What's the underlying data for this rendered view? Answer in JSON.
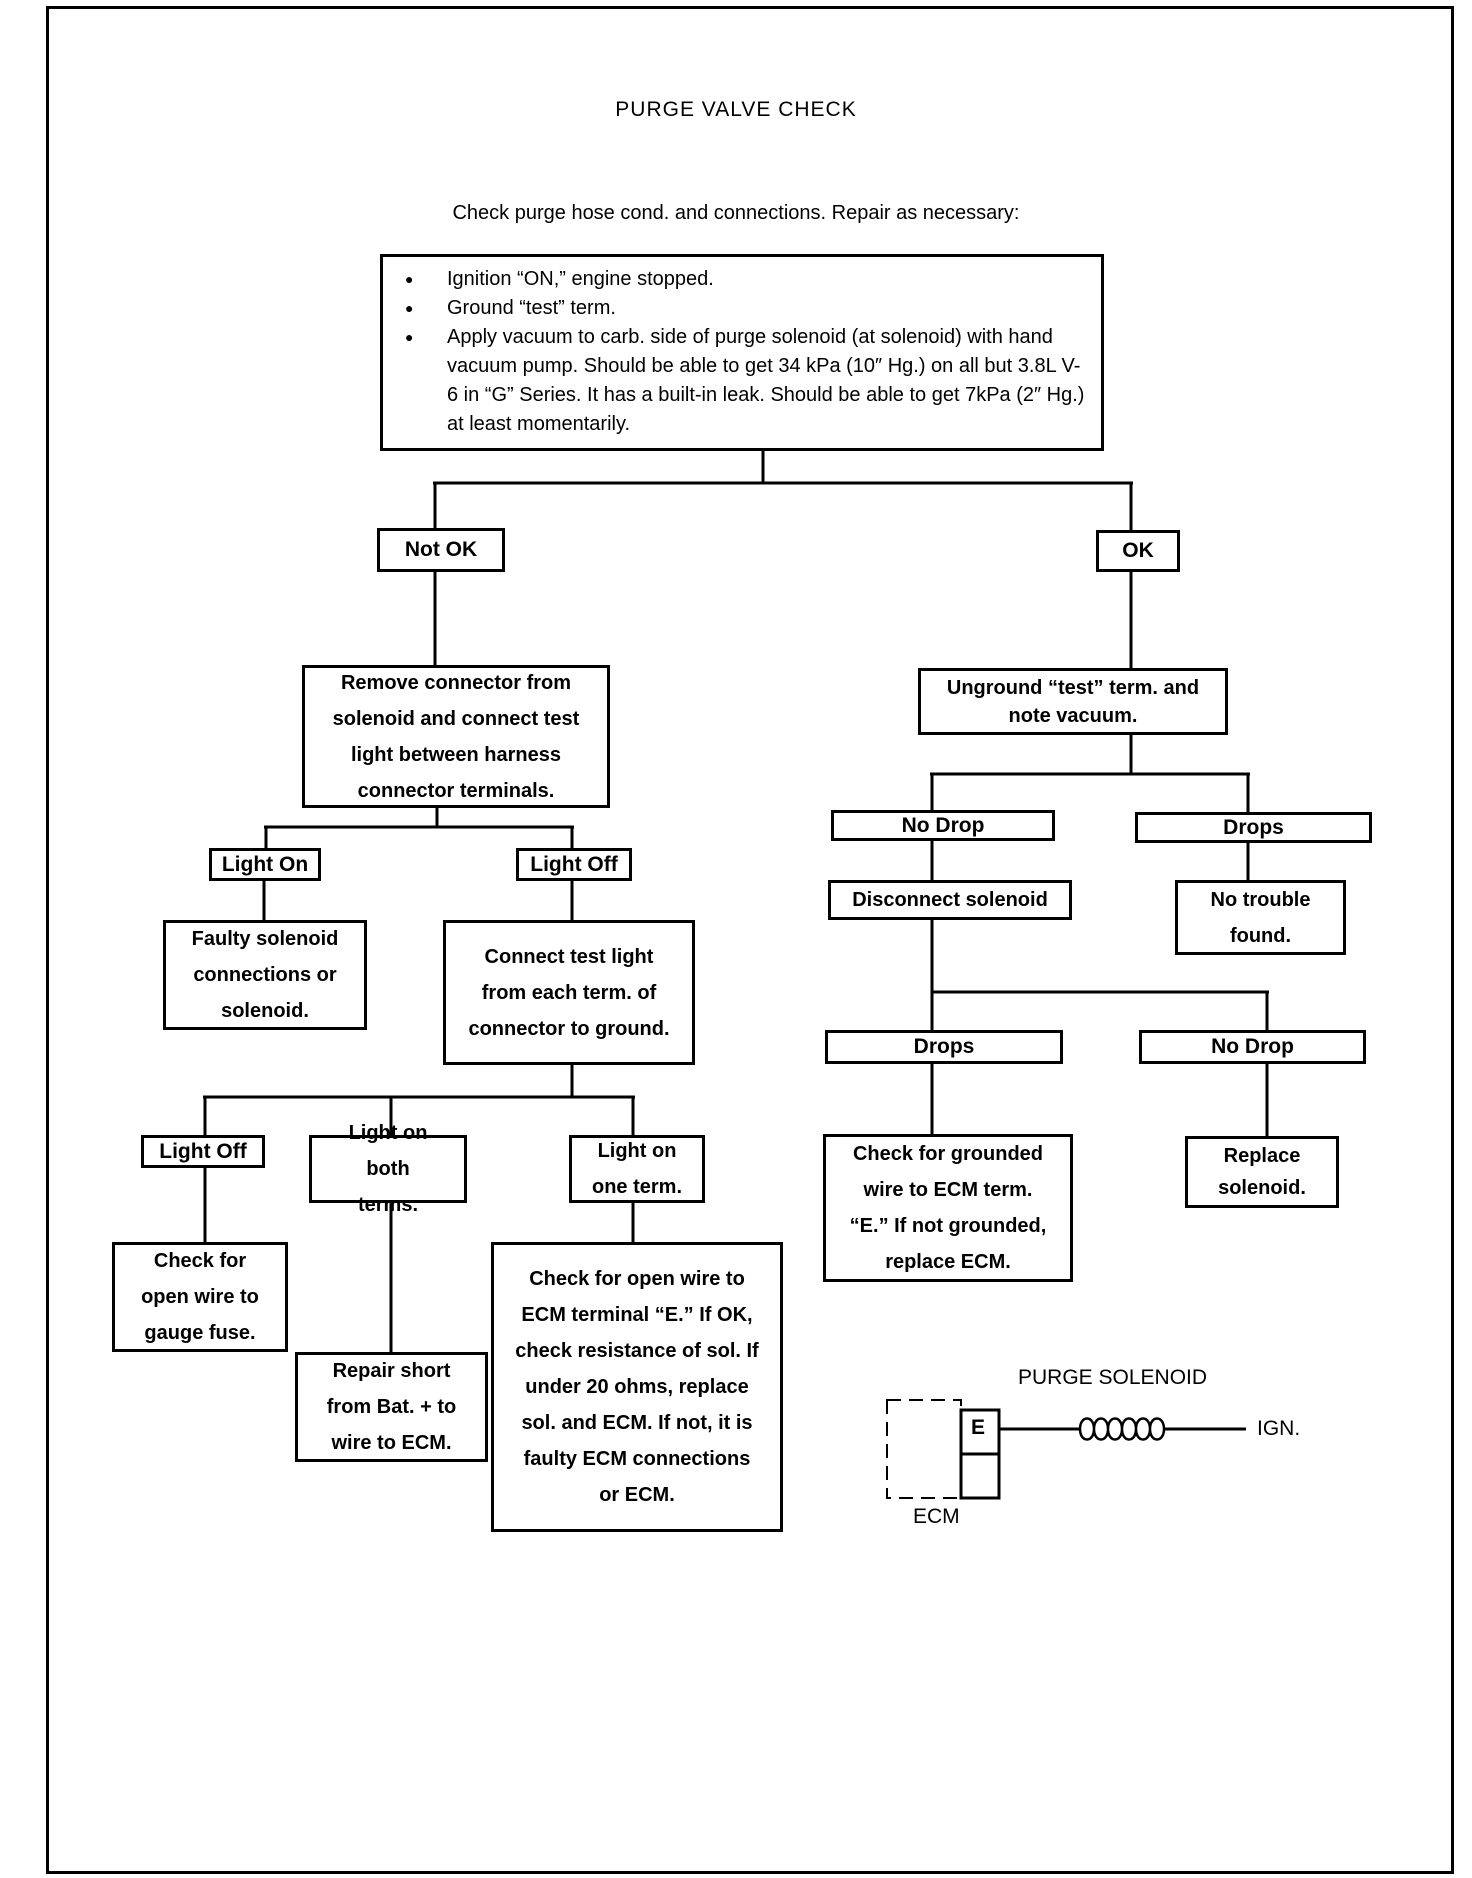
{
  "title": "PURGE VALVE CHECK",
  "subtitle": "Check purge hose cond. and connections. Repair as necessary:",
  "first_step": {
    "items": [
      "Ignition “ON,” engine stopped.",
      "Ground “test” term.",
      "Apply vacuum to carb. side of purge solenoid (at solenoid) with hand vacuum pump. Should be able to get 34 kPa (10″ Hg.) on all but 3.8L V-6 in “G” Series. It has a built-in leak. Should be able to get 7kPa (2″ Hg.) at least momentarily."
    ]
  },
  "nodes": {
    "not_ok": "Not OK",
    "ok": "OK",
    "remove_connector": "Remove connector from solenoid and connect test light between harness connector terminals.",
    "light_on": "Light On",
    "light_off": "Light Off",
    "faulty_solenoid": "Faulty solenoid connections or solenoid.",
    "connect_test_light": "Connect test light from each term. of connector to ground.",
    "light_off_2": "Light Off",
    "light_on_both": "Light on both terms.",
    "light_on_one": "Light on one term.",
    "check_open_fuse": "Check for open wire to gauge fuse.",
    "repair_short": "Repair short from Bat. + to wire to ECM.",
    "check_open_ecm": "Check for open wire to ECM terminal “E.” If OK, check resistance of sol. If under 20 ohms, replace sol. and ECM. If not, it is faulty ECM connections or ECM.",
    "unground_test": "Unground “test” term. and note vacuum.",
    "no_drop": "No Drop",
    "drops": "Drops",
    "disconnect_solenoid": "Disconnect solenoid",
    "no_trouble": "No trouble found.",
    "drops_2": "Drops",
    "no_drop_2": "No Drop",
    "check_grounded": "Check for grounded wire to ECM term. “E.” If not grounded, replace ECM.",
    "replace_solenoid": "Replace solenoid."
  },
  "solenoid_diagram": {
    "title": "PURGE SOLENOID",
    "terminal": "E",
    "ecm_label": "ECM",
    "ign_label": "IGN."
  }
}
